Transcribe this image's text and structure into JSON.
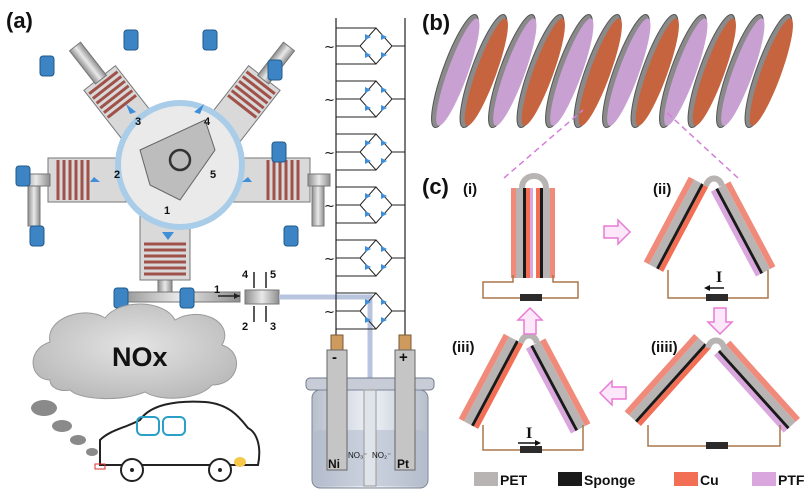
{
  "panels": {
    "a": "(a)",
    "b": "(b)",
    "c": "(c)"
  },
  "engine": {
    "cylinders": [
      "1",
      "2",
      "3",
      "4",
      "5"
    ]
  },
  "valve": {
    "ports": [
      "4",
      "5",
      "1",
      "2",
      "3"
    ]
  },
  "cloud_label": "NOx",
  "cell": {
    "minus": "-",
    "plus": "+",
    "left_electrode": "Ni",
    "right_electrode": "Pt",
    "ion1": "NO₃⁻",
    "ion2": "NO₂⁻"
  },
  "ac_symbol": "~",
  "states": {
    "i": "(i)",
    "ii": "(ii)",
    "iii": "(iii)",
    "iiii": "(iiii)"
  },
  "current_symbol": "I",
  "legend": [
    {
      "label": "PET",
      "color": "#b9b4b4"
    },
    {
      "label": "Sponge",
      "color": "#1a1a1a"
    },
    {
      "label": "Cu",
      "color": "#f26f55"
    },
    {
      "label": "PTFE",
      "color": "#d9a6dd"
    }
  ],
  "colors": {
    "accent_blue": "#3e8ed8",
    "arrow_pink": "#e87ad6",
    "copper_wire": "#a8764a"
  }
}
